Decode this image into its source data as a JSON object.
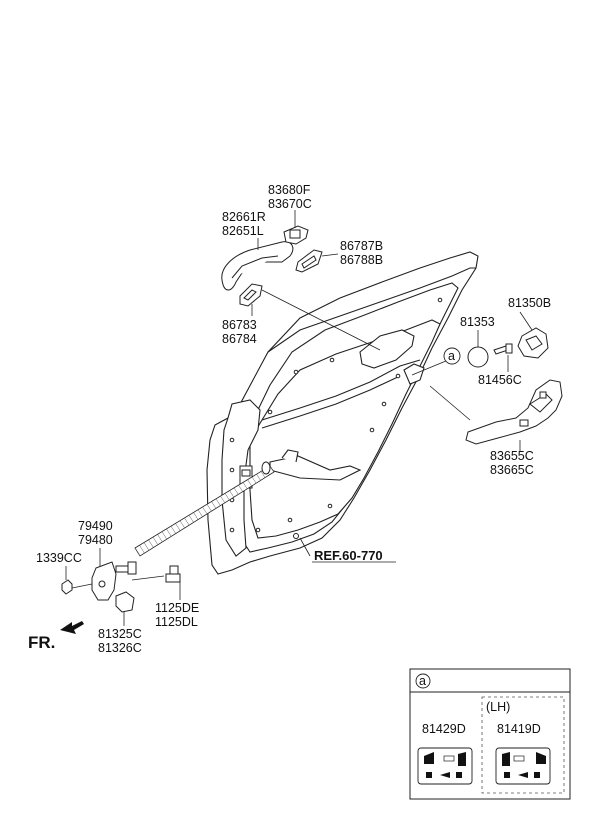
{
  "labels": {
    "p83680F": "83680F",
    "p83670C": "83670C",
    "p82661R": "82661R",
    "p82651L": "82651L",
    "p86787B": "86787B",
    "p86788B": "86788B",
    "p86783": "86783",
    "p86784": "86784",
    "p81353": "81353",
    "p81350B": "81350B",
    "p81456C": "81456C",
    "p83655C": "83655C",
    "p83665C": "83665C",
    "p79490": "79490",
    "p79480": "79480",
    "p1339CC": "1339CC",
    "p1125DE": "1125DE",
    "p1125DL": "1125DL",
    "p81325C": "81325C",
    "p81326C": "81326C"
  },
  "callout": "a",
  "ref": "REF.60-770",
  "direction": "FR.",
  "legend": {
    "marker": "a",
    "left_part": "81429D",
    "right_group": "(LH)",
    "right_part": "81419D"
  }
}
